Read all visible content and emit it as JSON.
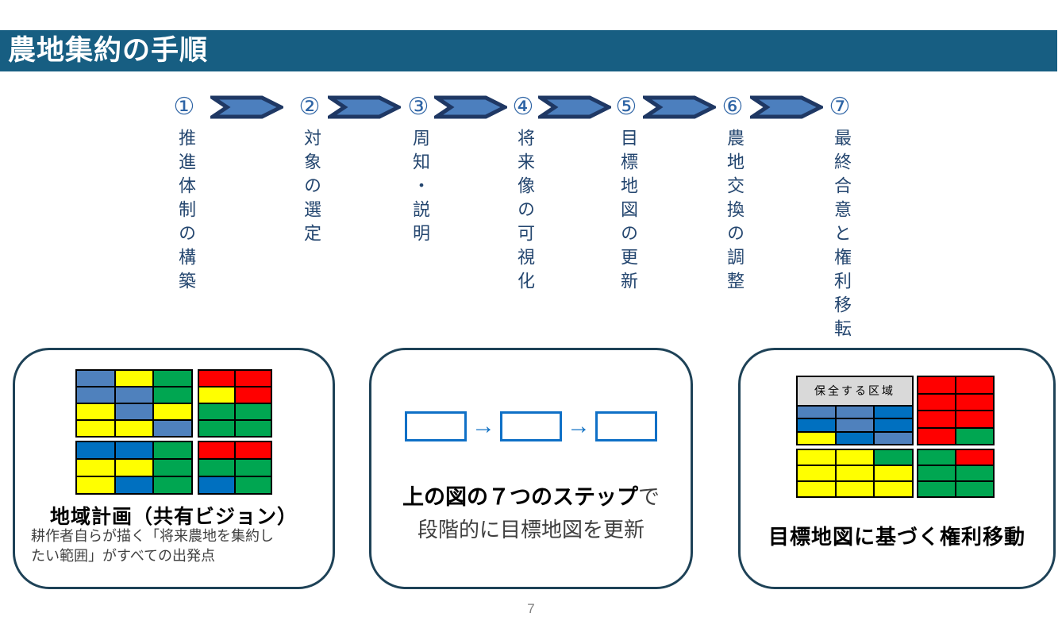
{
  "header": {
    "title": "農地集約の手順"
  },
  "steps": [
    {
      "number": "①",
      "label": "推進体制の構築"
    },
    {
      "number": "②",
      "label": "対象の選定"
    },
    {
      "number": "③",
      "label": "周知・説明"
    },
    {
      "number": "④",
      "label": "将来像の可視化"
    },
    {
      "number": "⑤",
      "label": "目標地図の更新"
    },
    {
      "number": "⑥",
      "label": "農地交換の調整"
    },
    {
      "number": "⑦",
      "label": "最終合意と権利移転"
    }
  ],
  "cards": {
    "left": {
      "title": "地域計画（共有ビジョン）",
      "description_line1": "耕作者自らが描く「将来農地を集約し",
      "description_line2": "たい範囲」がすべての出発点",
      "grid": {
        "top_left": [
          [
            "S",
            "Y",
            "G"
          ],
          [
            "S",
            "S",
            "G"
          ],
          [
            "Y",
            "S",
            "Y"
          ],
          [
            "Y",
            "Y",
            "S"
          ]
        ],
        "top_right": [
          [
            "R",
            "R"
          ],
          [
            "Y",
            "R"
          ],
          [
            "G",
            "G"
          ],
          [
            "G",
            "G"
          ]
        ],
        "bottom_left": [
          [
            "B",
            "B",
            "G"
          ],
          [
            "Y",
            "Y",
            "G"
          ],
          [
            "Y",
            "B",
            "G"
          ]
        ],
        "bottom_right": [
          [
            "R",
            "R"
          ],
          [
            "G",
            "G"
          ],
          [
            "B",
            "G"
          ]
        ]
      }
    },
    "middle": {
      "title_bold": "上の図の７つのステップ",
      "title_suffix": "で",
      "subtitle": "段階的に目標地図を更新",
      "flow_arrow_glyph": "→",
      "flow_box_count": 3
    },
    "right": {
      "title": "目標地図に基づく権利移動",
      "grid_header_label": "保全する区域",
      "grid": {
        "top_left": [
          [
            "S",
            "S",
            "B"
          ],
          [
            "B",
            "S",
            "B"
          ],
          [
            "Y",
            "B",
            "S"
          ]
        ],
        "top_right": [
          [
            "R",
            "R"
          ],
          [
            "R",
            "R"
          ],
          [
            "R",
            "R"
          ],
          [
            "R",
            "G"
          ]
        ],
        "bottom_left": [
          [
            "Y",
            "Y",
            "G"
          ],
          [
            "Y",
            "Y",
            "Y"
          ],
          [
            "Y",
            "Y",
            "Y"
          ]
        ],
        "bottom_right": [
          [
            "G",
            "R"
          ],
          [
            "G",
            "G"
          ],
          [
            "G",
            "G"
          ]
        ]
      }
    }
  },
  "page_number": "7",
  "colors": {
    "header_bar": "#175E82",
    "step_number": "#2E64A5",
    "step_text": "#24466F",
    "step_arrow_fill": "#4C7FBE",
    "step_arrow_stroke": "#1F3864",
    "card_border": "#1E4257",
    "flow_rect_border": "#0F70C6",
    "flow_arrow": "#1272C4",
    "grid_header_bg": "#D9D9D9"
  },
  "palette": {
    "S": "#4F81BD",
    "B": "#0070C0",
    "G": "#00A651",
    "Y": "#FFFF00",
    "R": "#FF0000"
  }
}
